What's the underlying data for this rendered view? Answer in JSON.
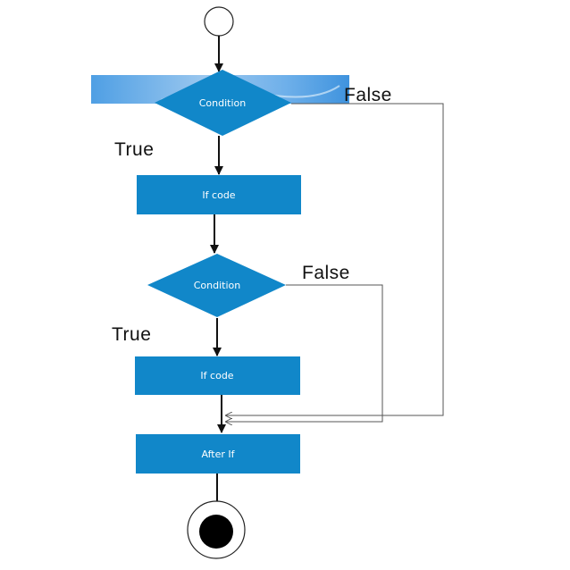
{
  "colors": {
    "node_fill": "#1187c9",
    "arrow": "#111111",
    "connector": "#555555",
    "header_strip": "#5aa7e6",
    "background": "#ffffff"
  },
  "nodes": {
    "start": {
      "shape": "circle",
      "label": ""
    },
    "condition_1": {
      "shape": "diamond",
      "label": "Condition"
    },
    "if_code_1": {
      "shape": "rectangle",
      "label": "If code"
    },
    "condition_2": {
      "shape": "diamond",
      "label": "Condition"
    },
    "if_code_2": {
      "shape": "rectangle",
      "label": "If code"
    },
    "after_if": {
      "shape": "rectangle",
      "label": "After If"
    },
    "end": {
      "shape": "bullseye",
      "label": ""
    }
  },
  "edge_labels": {
    "condition_1_true": "True",
    "condition_1_false": "False",
    "condition_2_true": "True",
    "condition_2_false": "False"
  },
  "edges": [
    {
      "from": "start",
      "to": "condition_1"
    },
    {
      "from": "condition_1",
      "to": "if_code_1",
      "label": "True"
    },
    {
      "from": "condition_1",
      "to": "after_if",
      "label": "False"
    },
    {
      "from": "if_code_1",
      "to": "condition_2"
    },
    {
      "from": "condition_2",
      "to": "if_code_2",
      "label": "True"
    },
    {
      "from": "condition_2",
      "to": "after_if",
      "label": "False"
    },
    {
      "from": "if_code_2",
      "to": "after_if"
    },
    {
      "from": "after_if",
      "to": "end"
    }
  ]
}
